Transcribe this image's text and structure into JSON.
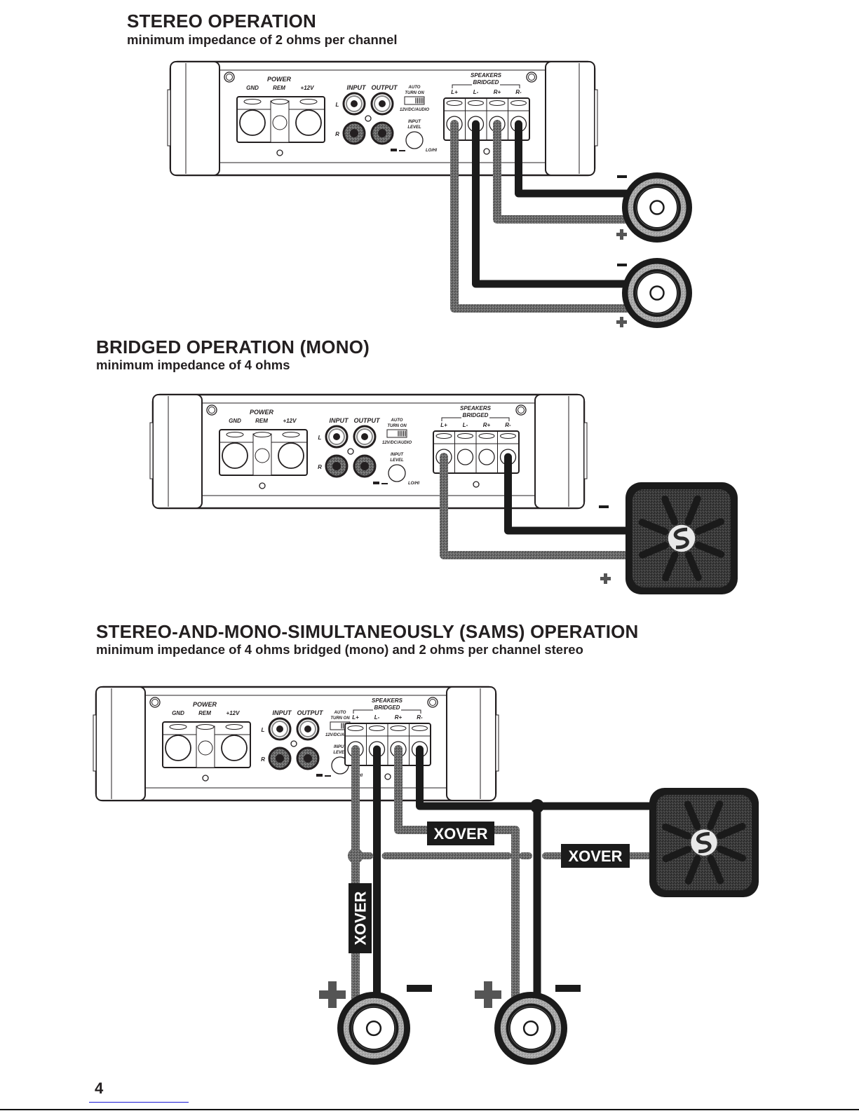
{
  "page": {
    "number": "4"
  },
  "sections": [
    {
      "id": "stereo",
      "title": "STEREO OPERATION",
      "subtitle": "minimum impedance of 2 ohms per channel",
      "speakers": [
        {
          "type": "round",
          "minus_label": "-",
          "plus_label": "+"
        },
        {
          "type": "round",
          "minus_label": "-",
          "plus_label": "+"
        }
      ]
    },
    {
      "id": "bridged",
      "title": "BRIDGED OPERATION (MONO)",
      "subtitle": "minimum impedance of 4 ohms",
      "speakers": [
        {
          "type": "subwoofer",
          "minus_label": "-",
          "plus_label": "+"
        }
      ]
    },
    {
      "id": "sams",
      "title": "STEREO-AND-MONO-SIMULTANEOUSLY (SAMS) OPERATION",
      "subtitle": "minimum impedance of 4 ohms bridged (mono) and 2 ohms per channel stereo",
      "xover_labels": [
        "XOVER",
        "XOVER",
        "XOVER"
      ],
      "speakers": [
        {
          "type": "subwoofer"
        },
        {
          "type": "round",
          "minus_label": "-",
          "plus_label": "+"
        },
        {
          "type": "round",
          "minus_label": "-",
          "plus_label": "+"
        }
      ]
    }
  ],
  "amplifier": {
    "power_label": "POWER",
    "gnd_label": "GND",
    "rem_label": "REM",
    "v12_label": "+12V",
    "input_label": "INPUT",
    "output_label": "OUTPUT",
    "left_label": "L",
    "right_label": "R",
    "auto_label": "AUTO",
    "turn_on_label": "TURN ON",
    "auto_mode_label": "12V/DC/AUDIO",
    "input_level_line1": "INPUT",
    "input_level_line2": "LEVEL",
    "lohi_label": "LO/HI",
    "speakers_label": "SPEAKERS",
    "bridged_label": "BRIDGED",
    "terminals": [
      "L+",
      "L-",
      "R+",
      "R-"
    ]
  },
  "colors": {
    "ink": "#231f20",
    "positive_wire": "#5a5a5a",
    "negative_wire": "#1b1b1b",
    "sub_fill": "#3a3a3a",
    "cone_ring": "#9a9a9a"
  }
}
